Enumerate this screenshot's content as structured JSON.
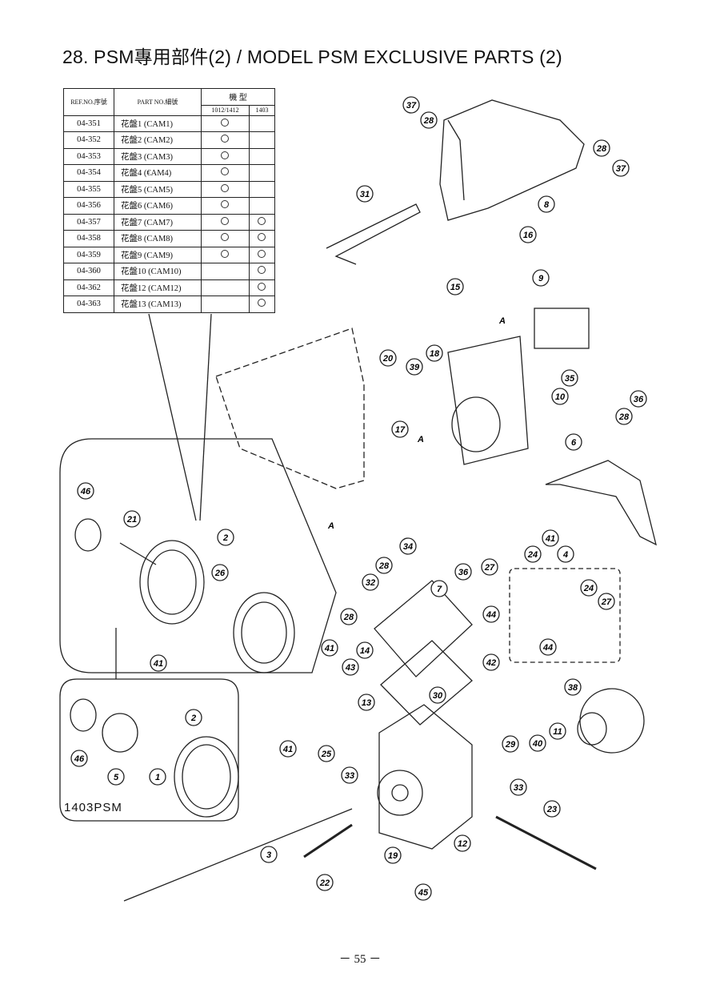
{
  "page": {
    "title": "28. PSM專用部件(2) / MODEL PSM EXCLUSIVE PARTS (2)",
    "page_number": "－ 55 －",
    "inset_label": "1403PSM",
    "arrow_letter": "A"
  },
  "table": {
    "col_ref": "REF.NO.序號",
    "col_part": "PART NO.細號",
    "col_model": "機 型",
    "col_model_a": "1012/1412",
    "col_model_b": "1403",
    "rows": [
      {
        "ref": "04-351",
        "name": "花盤1 (CAM1)",
        "a": true,
        "b": false
      },
      {
        "ref": "04-352",
        "name": "花盤2 (CAM2)",
        "a": true,
        "b": false
      },
      {
        "ref": "04-353",
        "name": "花盤3 (CAM3)",
        "a": true,
        "b": false
      },
      {
        "ref": "04-354",
        "name": "花盤4 (€AM4)",
        "a": true,
        "b": false
      },
      {
        "ref": "04-355",
        "name": "花盤5 (CAM5)",
        "a": true,
        "b": false
      },
      {
        "ref": "04-356",
        "name": "花盤6 (CAM6)",
        "a": true,
        "b": false
      },
      {
        "ref": "04-357",
        "name": "花盤7 (CAM7)",
        "a": true,
        "b": true
      },
      {
        "ref": "04-358",
        "name": "花盤8 (CAM8)",
        "a": true,
        "b": true
      },
      {
        "ref": "04-359",
        "name": "花盤9 (CAM9)",
        "a": true,
        "b": true
      },
      {
        "ref": "04-360",
        "name": "花盤10 (CAM10)",
        "a": false,
        "b": true
      },
      {
        "ref": "04-362",
        "name": "花盤12 (CAM12)",
        "a": false,
        "b": true
      },
      {
        "ref": "04-363",
        "name": "花盤13 (CAM13)",
        "a": false,
        "b": true
      }
    ]
  },
  "callouts": [
    "37",
    "28",
    "28",
    "37",
    "8",
    "31",
    "16",
    "15",
    "9",
    "20",
    "39",
    "18",
    "35",
    "10",
    "36",
    "28",
    "17",
    "6",
    "46",
    "21",
    "2",
    "26",
    "41",
    "34",
    "28",
    "36",
    "27",
    "41",
    "24",
    "4",
    "32",
    "7",
    "24",
    "27",
    "28",
    "44",
    "44",
    "41",
    "43",
    "14",
    "42",
    "38",
    "13",
    "30",
    "11",
    "40",
    "29",
    "25",
    "2",
    "46",
    "5",
    "1",
    "41",
    "33",
    "33",
    "23",
    "3",
    "12",
    "19",
    "22",
    "45"
  ]
}
